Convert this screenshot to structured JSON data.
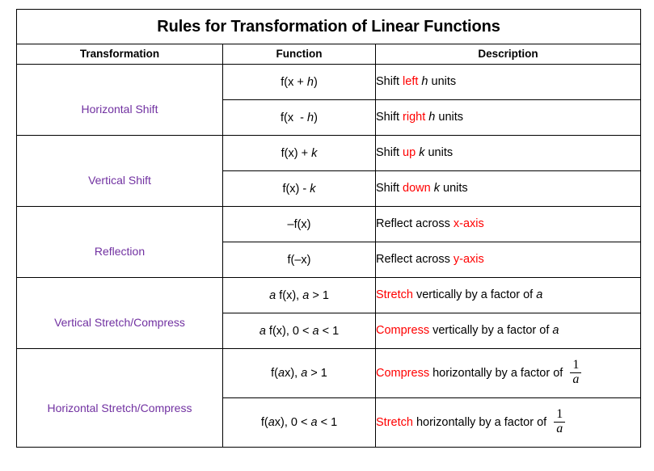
{
  "title": "Rules for Transformation of Linear Functions",
  "colors": {
    "transformation_label": "#7131A1",
    "highlight": "#FF0000",
    "text": "#000000",
    "border": "#000000",
    "background": "#FFFFFF"
  },
  "headers": {
    "transformation": "Transformation",
    "function": "Function",
    "description": "Description"
  },
  "groups": [
    {
      "name": "Horizontal Shift",
      "rows": [
        {
          "function_prefix": "f(x + ",
          "function_var": "h",
          "function_suffix": ")",
          "desc_pre": "Shift ",
          "desc_highlight": "left",
          "desc_mid": " ",
          "desc_var": "h",
          "desc_post": " units",
          "fraction": null
        },
        {
          "function_prefix": "f(x  - ",
          "function_var": "h",
          "function_suffix": ")",
          "desc_pre": "Shift ",
          "desc_highlight": "right",
          "desc_mid": " ",
          "desc_var": "h",
          "desc_post": " units",
          "fraction": null
        }
      ]
    },
    {
      "name": "Vertical Shift",
      "rows": [
        {
          "function_prefix": "f(x) + ",
          "function_var": "k",
          "function_suffix": "",
          "desc_pre": "Shift ",
          "desc_highlight": "up",
          "desc_mid": " ",
          "desc_var": "k",
          "desc_post": " units",
          "fraction": null
        },
        {
          "function_prefix": "f(x) - ",
          "function_var": "k",
          "function_suffix": "",
          "desc_pre": "Shift ",
          "desc_highlight": "down",
          "desc_mid": " ",
          "desc_var": "k",
          "desc_post": " units",
          "fraction": null
        }
      ]
    },
    {
      "name": "Reflection",
      "rows": [
        {
          "function_prefix": "–f(x)",
          "function_var": "",
          "function_suffix": "",
          "desc_pre": "Reflect across ",
          "desc_highlight": "x-axis",
          "desc_mid": "",
          "desc_var": "",
          "desc_post": "",
          "fraction": null
        },
        {
          "function_prefix": "f(–x)",
          "function_var": "",
          "function_suffix": "",
          "desc_pre": "Reflect across ",
          "desc_highlight": "y-axis",
          "desc_mid": "",
          "desc_var": "",
          "desc_post": "",
          "fraction": null
        }
      ]
    },
    {
      "name": "Vertical Stretch/Compress",
      "rows": [
        {
          "function_prefix": "",
          "function_var": "a",
          "function_suffix": " f(x), ",
          "function_var2": "a",
          "function_suffix2": " > 1",
          "desc_pre": "",
          "desc_highlight": "Stretch",
          "desc_mid": " vertically by a factor of ",
          "desc_var": "a",
          "desc_post": "",
          "fraction": null
        },
        {
          "function_prefix": "",
          "function_var": "a",
          "function_suffix": " f(x), 0 < ",
          "function_var2": "a",
          "function_suffix2": " < 1",
          "desc_pre": "",
          "desc_highlight": "Compress",
          "desc_mid": " vertically by a factor of ",
          "desc_var": "a",
          "desc_post": "",
          "fraction": null
        }
      ]
    },
    {
      "name": "Horizontal Stretch/Compress",
      "rows": [
        {
          "function_prefix": "f(",
          "function_var": "a",
          "function_suffix": "x), ",
          "function_var2": "a",
          "function_suffix2": " > 1",
          "desc_pre": "",
          "desc_highlight": "Compress",
          "desc_mid": " horizontally by a factor of ",
          "desc_var": "",
          "desc_post": "",
          "fraction": {
            "numerator": "1",
            "denominator": "a"
          }
        },
        {
          "function_prefix": "f(",
          "function_var": "a",
          "function_suffix": "x), 0 < ",
          "function_var2": "a",
          "function_suffix2": " < 1",
          "desc_pre": "",
          "desc_highlight": "Stretch",
          "desc_mid": " horizontally by a factor of ",
          "desc_var": "",
          "desc_post": "",
          "fraction": {
            "numerator": "1",
            "denominator": "a"
          }
        }
      ]
    }
  ]
}
